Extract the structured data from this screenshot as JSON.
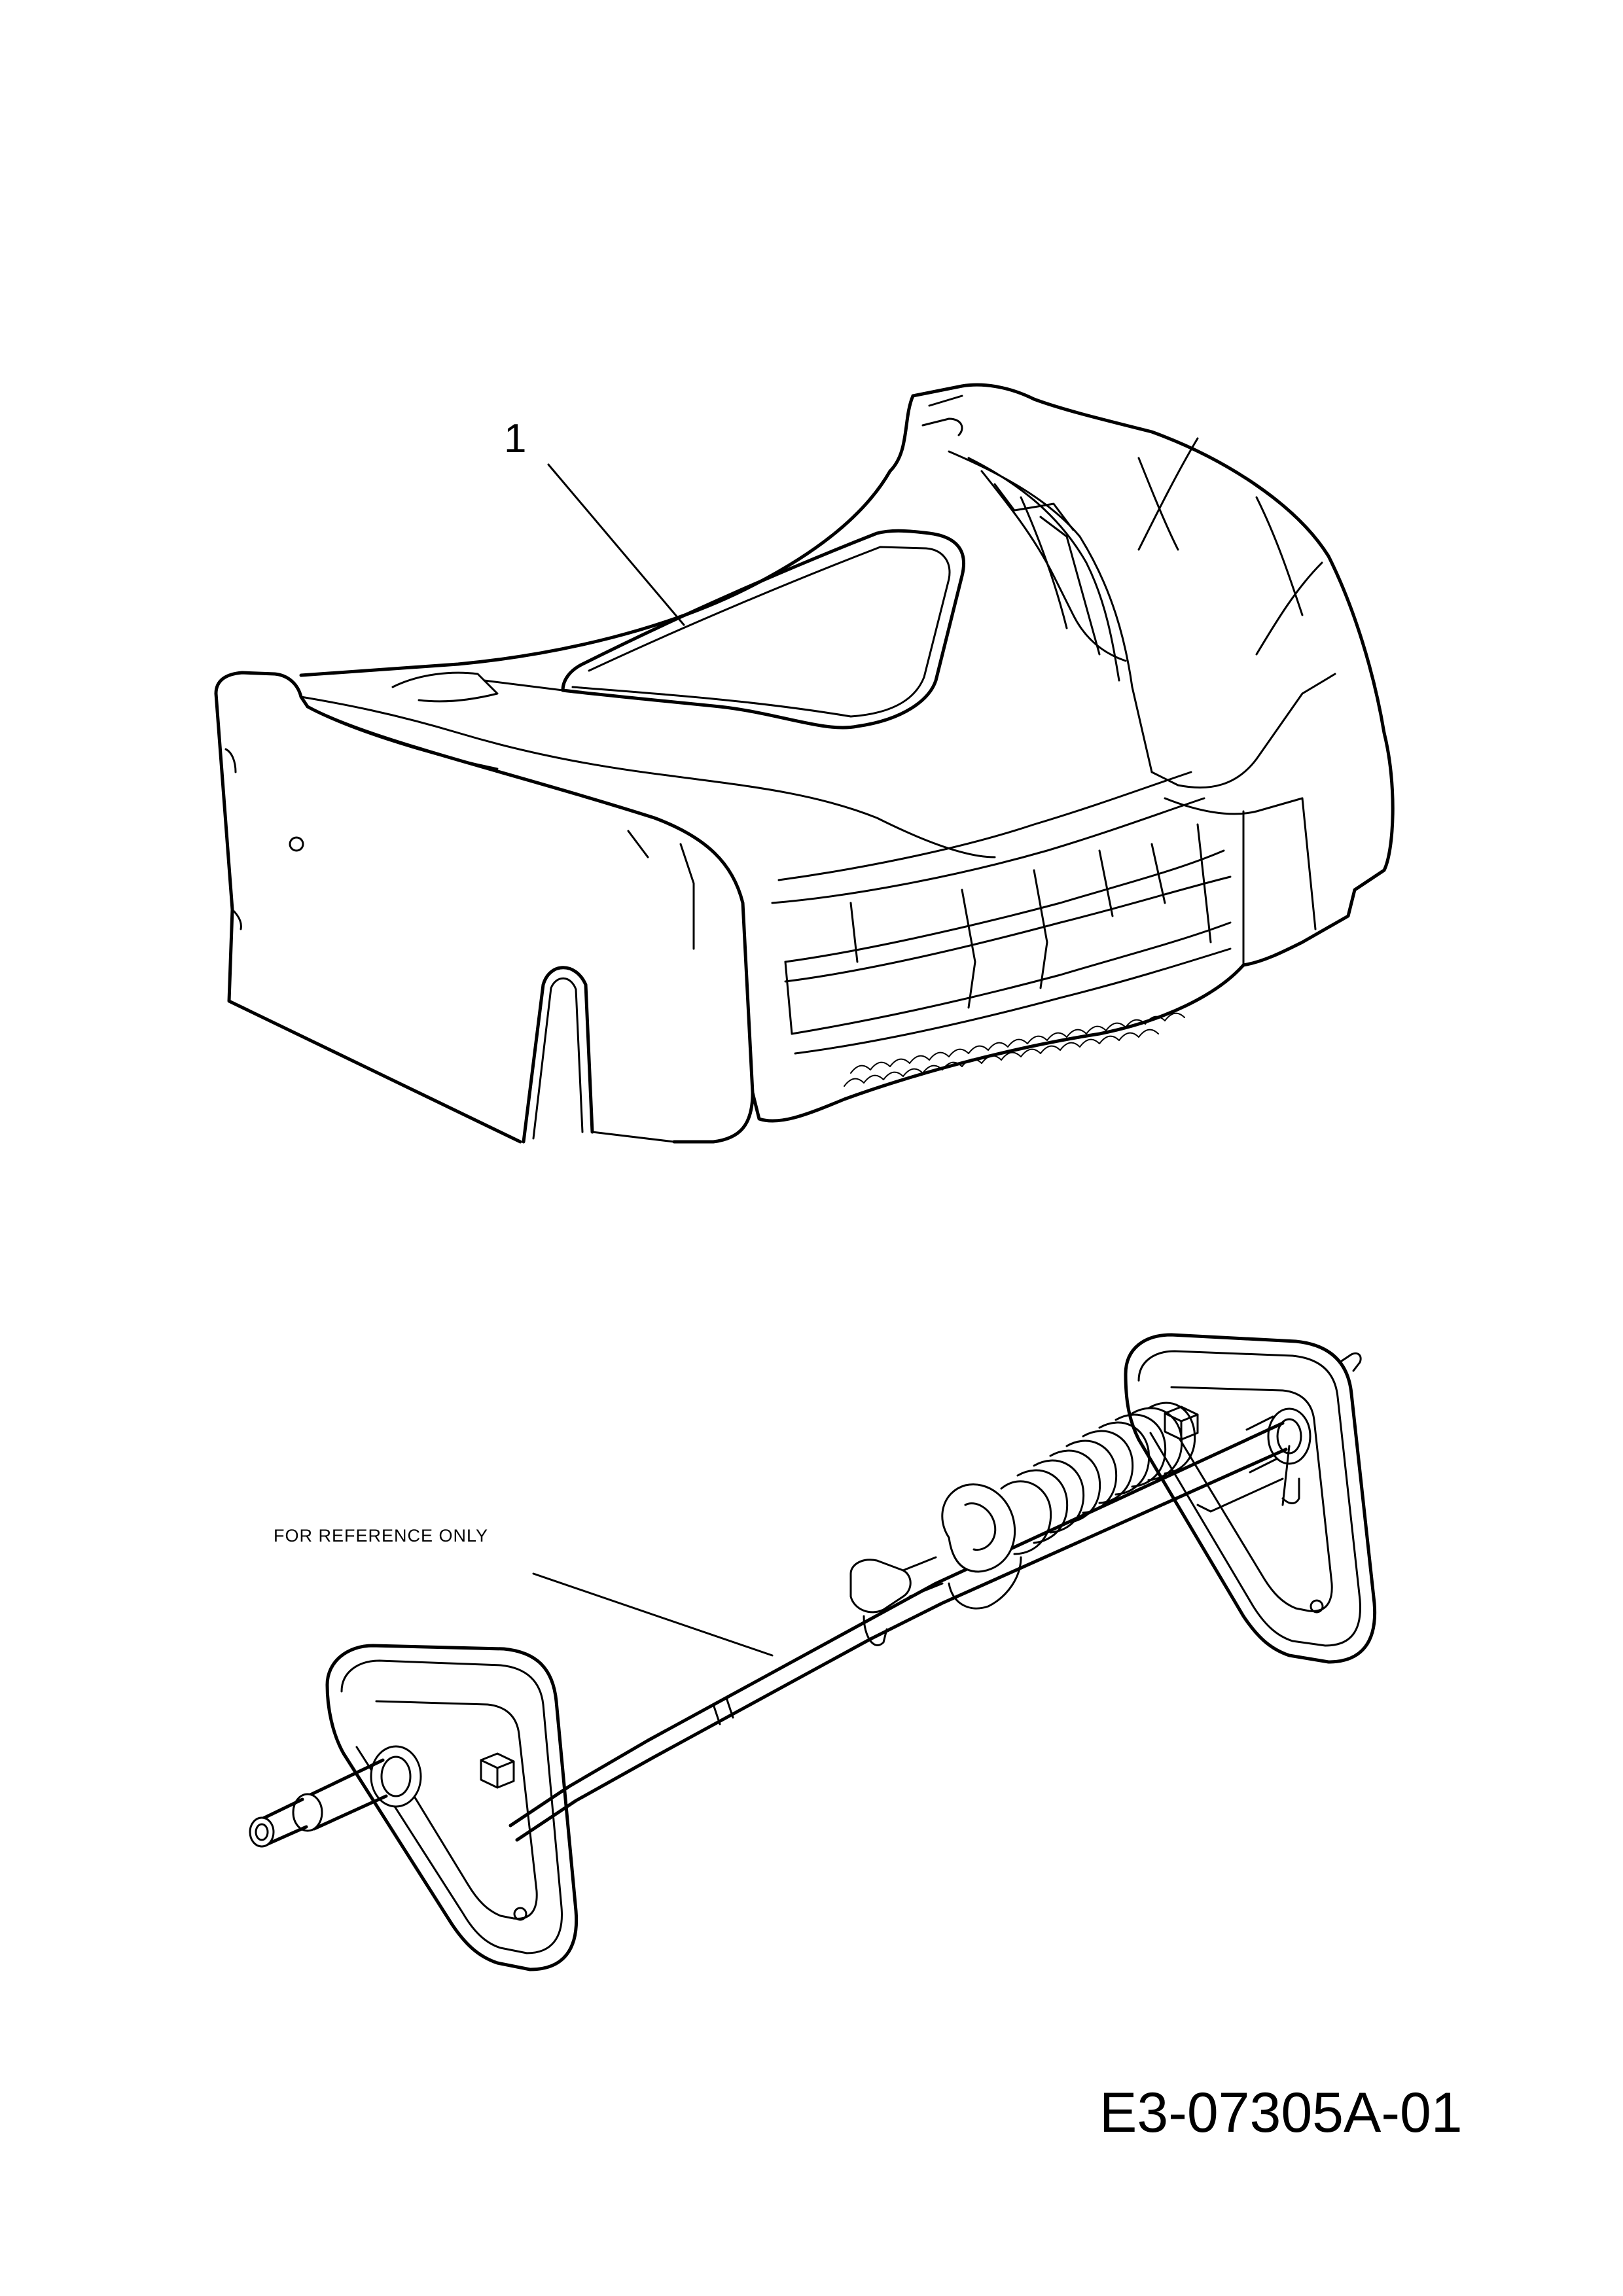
{
  "drawing": {
    "code": "E3-07305A-01",
    "reference_note": "FOR REFERENCE ONLY"
  },
  "parts": [
    {
      "number": "1"
    }
  ],
  "icons": {
    "upper_part": "snow-blower-housing-icon",
    "lower_part": "spring-axle-assembly-icon"
  },
  "colors": {
    "line": "#000000",
    "background": "#ffffff"
  }
}
